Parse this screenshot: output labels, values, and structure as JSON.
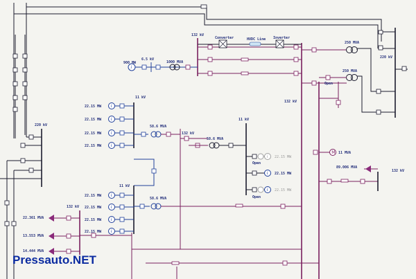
{
  "watermark": "Pressauto.NET",
  "buses": {
    "b220_left": "220 kV",
    "b220_right": "220 kV",
    "b132_top": "132 kV",
    "b132_mid": "132 kV",
    "b132_gen": "132 kV",
    "b132_load": "132 kV",
    "b132_right": "132 kV",
    "b11_upper": "11 kV",
    "b11_mid": "11 kV",
    "b11_lower": "11 kV"
  },
  "hvdc": {
    "converter": "Converter",
    "line": "HVDC Line",
    "inverter": "Inverter"
  },
  "top_gen": {
    "gen": "900 MW",
    "kv": "6.5 kV",
    "xf": "1000 MVA"
  },
  "upper_gens": [
    "22.15 MW",
    "22.15 MW",
    "22.15 MW",
    "22.15 MW"
  ],
  "lower_gens": [
    "22.15 MW",
    "22.15 MW",
    "22.15 MW",
    "22.15 MW"
  ],
  "mid_gens": [
    "22.15 MW",
    "22.15 MW",
    "22.15 MW"
  ],
  "xf_labels": {
    "upper": "58.6 MVA",
    "mid": "58.6 MVA",
    "lower": "58.6 MVA",
    "right1": "250 MVA",
    "right2": "250 MVA"
  },
  "open_labels": {
    "right": "Open",
    "mid1": "Open",
    "mid2": "Open"
  },
  "loads": [
    "22.361 MVA",
    "13.553 MVA",
    "14.444 MVA"
  ],
  "right_items": {
    "motor": "11 MVA",
    "load": "89.006 MVA"
  }
}
